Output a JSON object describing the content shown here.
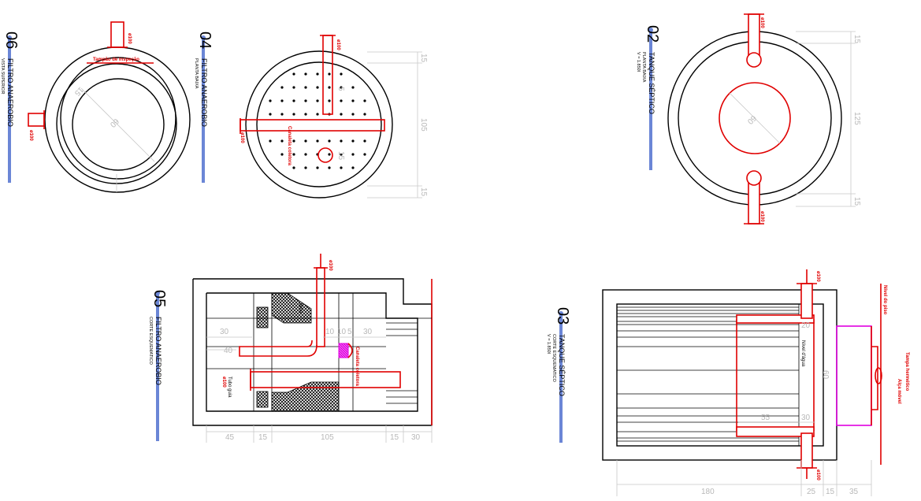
{
  "drawings": {
    "d06": {
      "number": "06",
      "title": "FILTRO ANAEROBIO",
      "subtitle": "VISTA SUPERIOR",
      "label_tampao": "Tampão de inspeção",
      "pipe_label": "ø100",
      "dim_15": "15",
      "dim_60": "60"
    },
    "d04": {
      "number": "04",
      "title": "FILTRO ANAEROBIO",
      "subtitle": "PLANTA BAIXA",
      "pipe_label": "ø100",
      "label_canaleta": "Canaleta coletora",
      "dim_15a": "15",
      "dim_105": "105",
      "dim_15b": "15",
      "inner_5": "5",
      "inner_15": "15"
    },
    "d02": {
      "number": "02",
      "title": "TANQUE SÉPTICO",
      "subtitle": "PLANTA BAIXA",
      "volume": "V = 1.850l",
      "pipe_label": "ø100",
      "dim_60": "60",
      "dim_15a": "15",
      "dim_125": "125",
      "dim_15b": "15"
    },
    "d05": {
      "number": "05",
      "title": "FILTRO ANAEROBIO",
      "subtitle": "CORTE ESQUEMATICO",
      "pipe_label": "ø100",
      "label_brita": "Brita",
      "label_tubo": "Tubo guia",
      "label_tubo_d": "ø100",
      "label_canaleta": "Canaleta coletora",
      "dim_30a": "30",
      "dim_40": "40",
      "dim_10a": "10",
      "dim_10b": "10",
      "dim_5": "5",
      "dim_30b": "30",
      "dim_45": "45",
      "dim_15a": "15",
      "dim_105": "105",
      "dim_15b": "15",
      "dim_30c": "30"
    },
    "d03": {
      "number": "03",
      "title": "TANQUE SÉPTICO",
      "subtitle": "CORTE ESQUEMATICO",
      "volume": "V = 1.850l",
      "pipe_label": "ø100",
      "label_nivel_piso": "Nível do piso",
      "label_tampa": "Tampa hermético",
      "label_alca": "Alça móvel",
      "label_nivel_agua": "Nível d'água",
      "dim_20": "20",
      "dim_60": "60",
      "dim_55": "55",
      "dim_30": "30",
      "dim_180": "180",
      "dim_25": "25",
      "dim_15": "15",
      "dim_35": "35"
    }
  }
}
